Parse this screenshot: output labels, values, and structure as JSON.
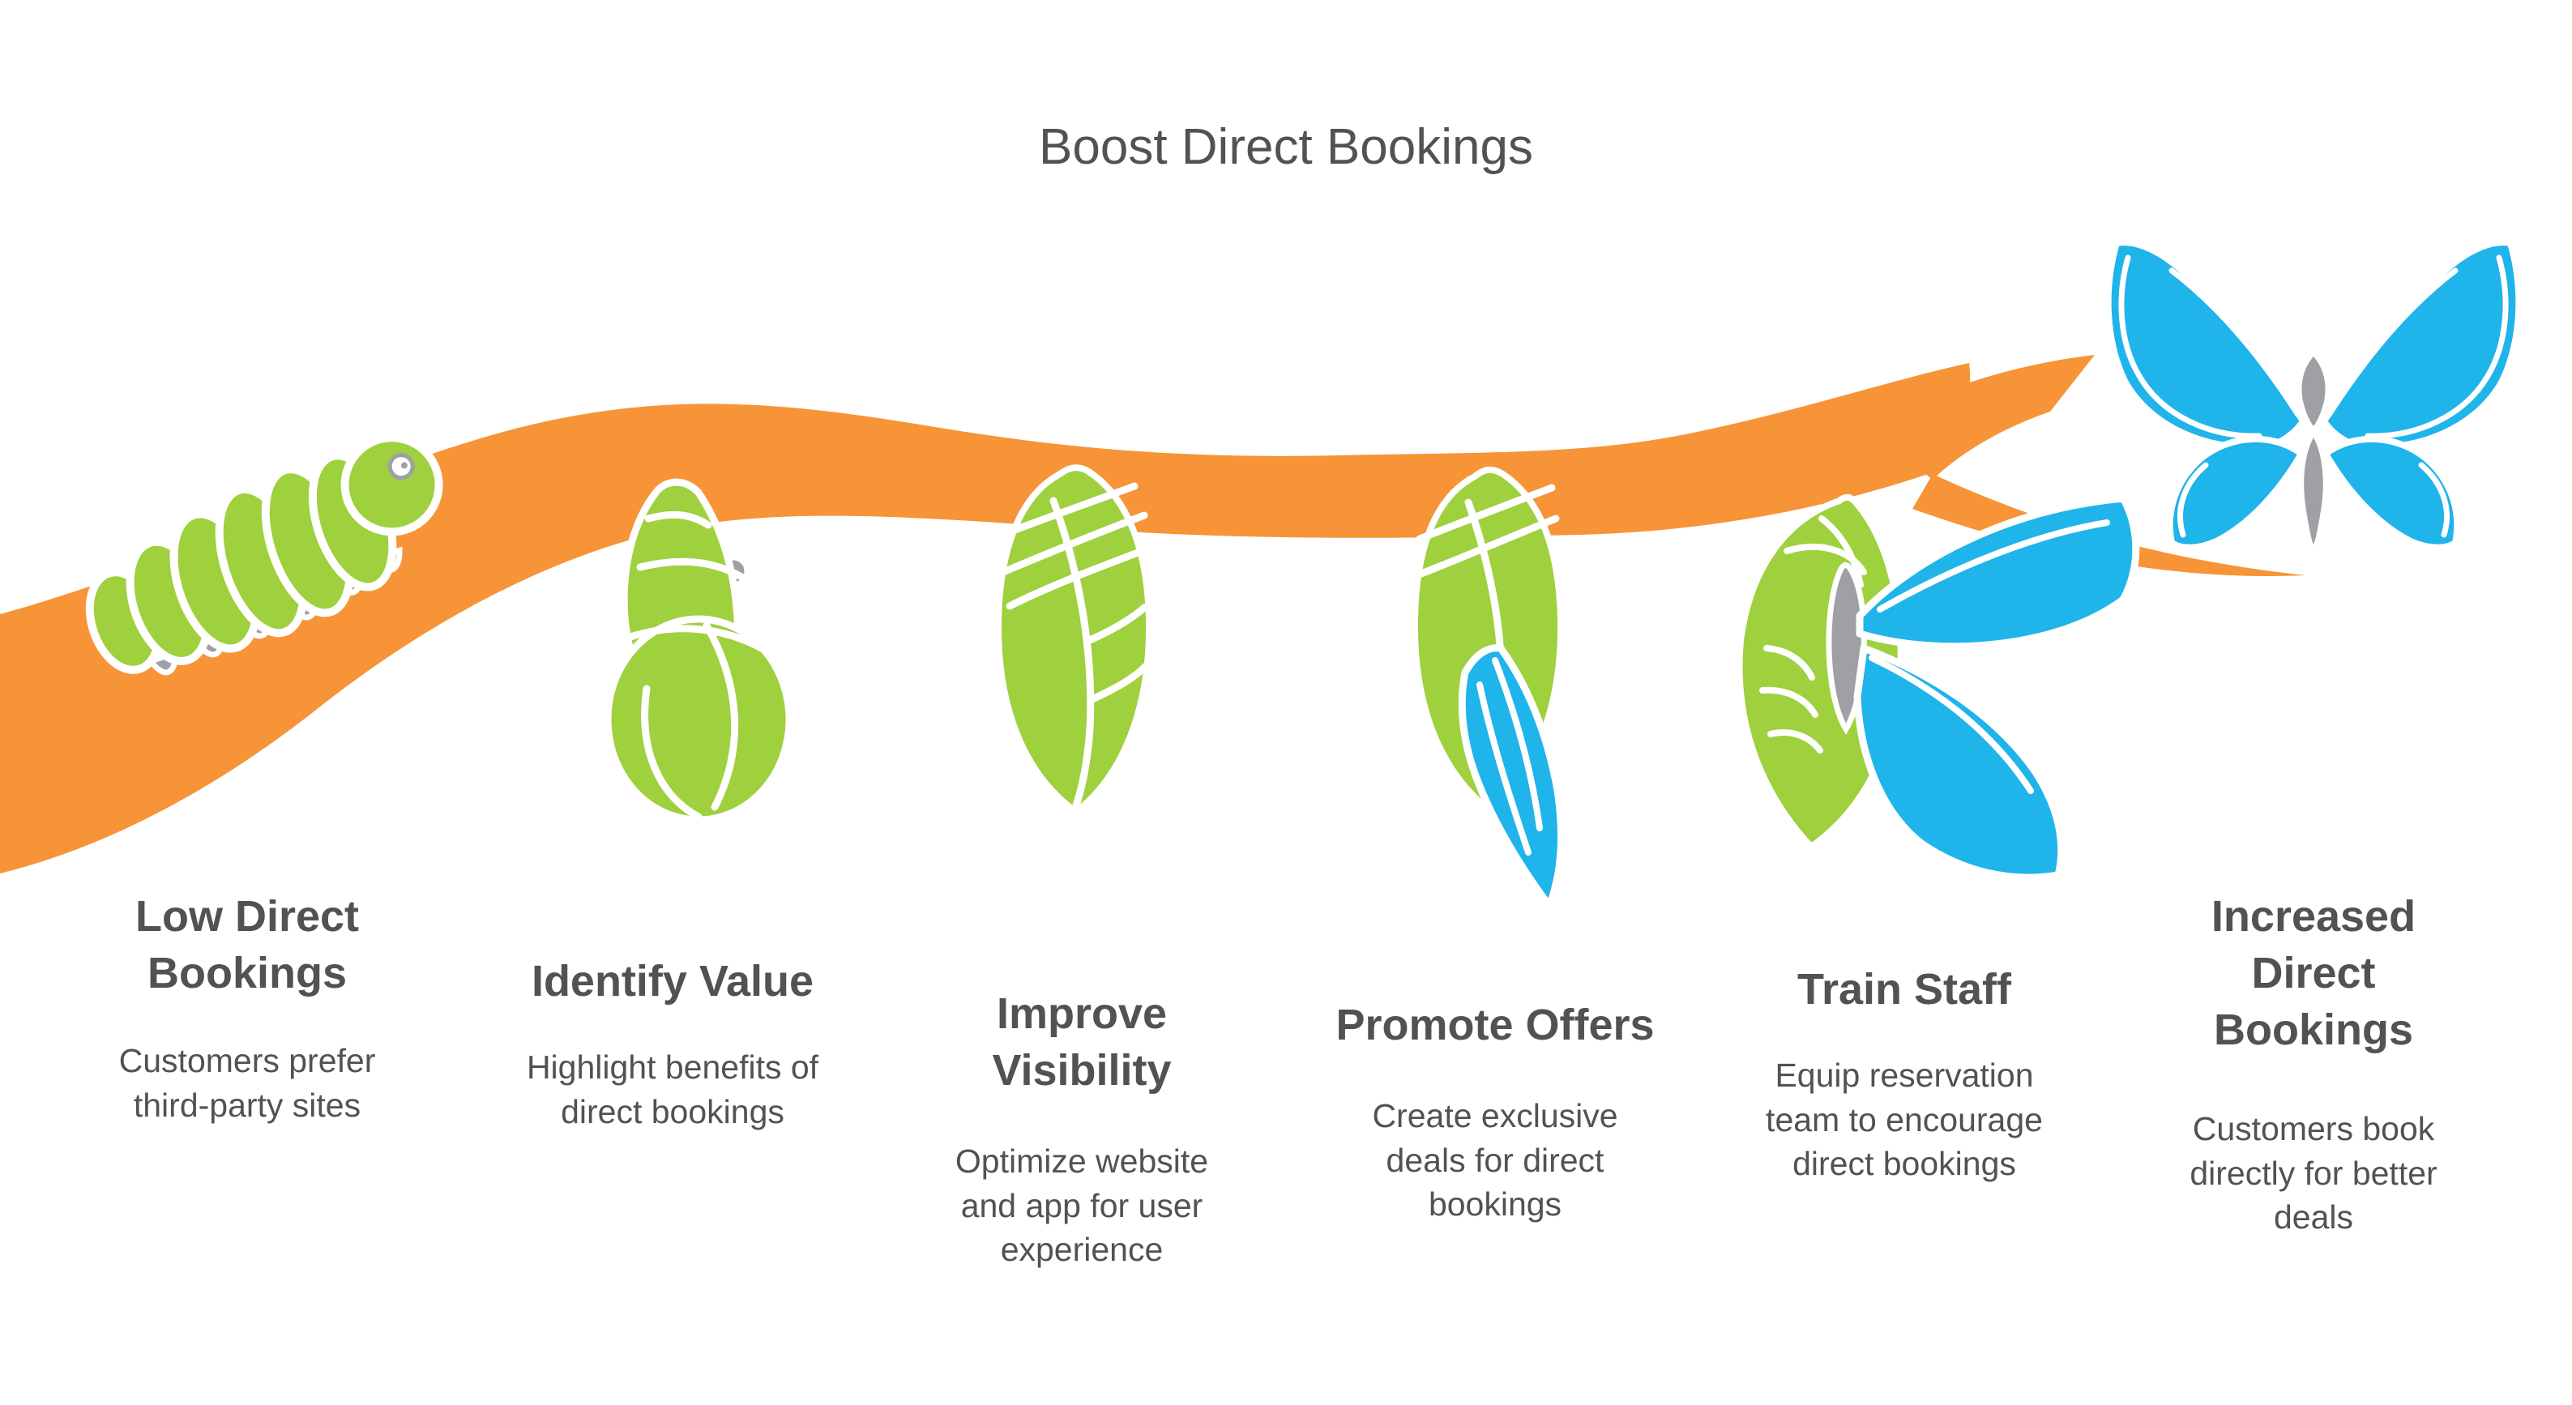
{
  "title": "Boost Direct Bookings",
  "colors": {
    "orange": "#F79438",
    "green": "#9FD03E",
    "blue": "#1FB4EA",
    "gray": "#9EA0A3",
    "text": "#515254"
  },
  "stages": [
    {
      "heading": "Low Direct Bookings",
      "description": "Customers prefer third-party sites"
    },
    {
      "heading": "Identify Value",
      "description": "Highlight benefits of direct bookings"
    },
    {
      "heading": "Improve Visibility",
      "description": "Optimize website and app for user experience"
    },
    {
      "heading": "Promote Offers",
      "description": "Create exclusive deals for direct bookings"
    },
    {
      "heading": "Train Staff",
      "description": "Equip reservation team to encourage direct bookings"
    },
    {
      "heading": "Increased Direct Bookings",
      "description": "Customers book directly for better deals"
    }
  ],
  "illustration": {
    "icons": [
      "caterpillar",
      "curled-caterpillar",
      "chrysalis",
      "chrysalis-emerging-wing",
      "emerging-butterfly",
      "butterfly"
    ],
    "branch": "tree-branch"
  }
}
